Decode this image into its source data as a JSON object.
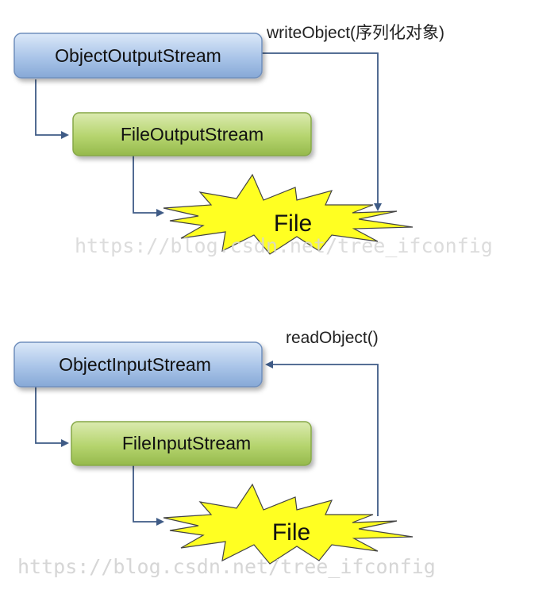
{
  "top": {
    "object_stream": "ObjectOutputStream",
    "file_stream": "FileOutputStream",
    "file": "File",
    "method": "writeObject(序列化对象)"
  },
  "bottom": {
    "object_stream": "ObjectInputStream",
    "file_stream": "FileInputStream",
    "file": "File",
    "method": "readObject()"
  },
  "watermark": "https://blog.csdn.net/tree_ifconfig",
  "colors": {
    "blue_box": "#a9c4e8",
    "green_box": "#b5d46e",
    "starburst": "#ffff22",
    "connector": "#3f5b86"
  }
}
